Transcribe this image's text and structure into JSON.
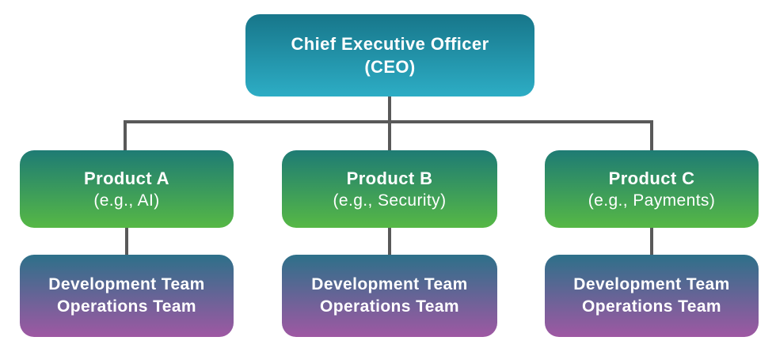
{
  "diagram": {
    "type": "org-chart",
    "ceo": {
      "line1": "Chief Executive Officer",
      "line2": "(CEO)"
    },
    "products": [
      {
        "title": "Product A",
        "subtitle": "(e.g., AI)",
        "teams": [
          "Development Team",
          "Operations Team"
        ]
      },
      {
        "title": "Product B",
        "subtitle": "(e.g., Security)",
        "teams": [
          "Development Team",
          "Operations Team"
        ]
      },
      {
        "title": "Product C",
        "subtitle": "(e.g., Payments)",
        "teams": [
          "Development Team",
          "Operations Team"
        ]
      }
    ],
    "colors": {
      "ceo_gradient_top": "#17768a",
      "ceo_gradient_bottom": "#2dadc5",
      "product_gradient_top": "#1e7b74",
      "product_gradient_bottom": "#56b845",
      "team_gradient_top": "#2d7089",
      "team_gradient_bottom": "#9f58a3",
      "connector": "#595959",
      "text": "#ffffff",
      "background": "#ffffff"
    }
  }
}
